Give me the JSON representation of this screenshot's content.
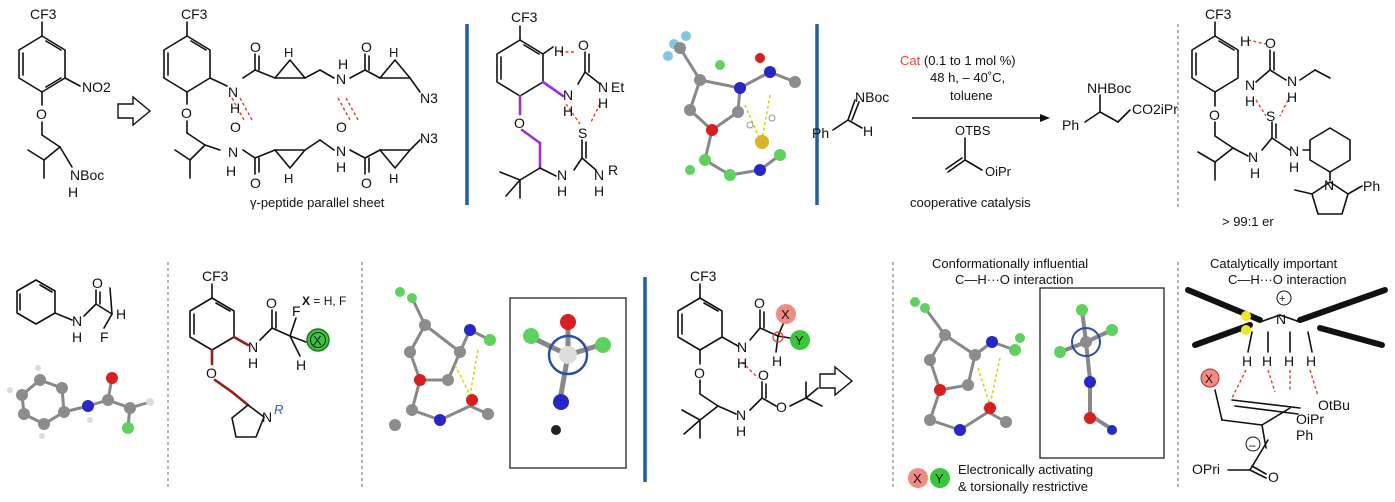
{
  "colors": {
    "divider_blue": "#1f5fa6",
    "catalyst_red": "#e8452c",
    "x_badge": "#f28b82",
    "y_badge": "#37c837",
    "hbond_red": "#e0402a",
    "carbon_grey": "#8c8c8c",
    "fluorine_green": "#5dd35d",
    "oxygen_red": "#d81e1e",
    "nitrogen_blue": "#2727c9",
    "sulfur_yellow": "#d7b325"
  },
  "labels": {
    "cf3": "CF3",
    "no2": "NO2",
    "o": "O",
    "nboc": "NBoc",
    "h": "H",
    "n": "N",
    "n3": "N3",
    "s": "S",
    "et": "Et",
    "r": "R",
    "r_italic": "R",
    "f": "F",
    "x": "X",
    "y": "Y",
    "ph": "Ph",
    "otbs": "OTBS",
    "oipr": "OiPr",
    "nhboc": "NHBoc",
    "co2ipr": "CO2iPr",
    "otbu": "OtBu",
    "opri": "OPri",
    "plus": "+",
    "minus": "–"
  },
  "panels": {
    "gamma_sheet": {
      "caption": "γ-peptide parallel sheet"
    },
    "reaction": {
      "cat_word": "Cat",
      "loading": "(0.1 to 1 mol %)",
      "time_temp": "48 h, – 40˚C,",
      "solvent": "toluene",
      "caption": "cooperative catalysis"
    },
    "thiourea": {
      "er": "> 99:1 er"
    },
    "fluoroamide": {
      "x_def_bold": "X",
      "x_def_rest": "= H, F"
    },
    "conformational": {
      "title_1": "Conformationally influential",
      "title_2": "C—H···O interaction"
    },
    "catalytic": {
      "title_1": "Catalytically important",
      "title_2": "C—H···O interaction"
    },
    "legend": {
      "line_1": "Electronically activating",
      "line_2": "& torsionally restrictive"
    }
  }
}
